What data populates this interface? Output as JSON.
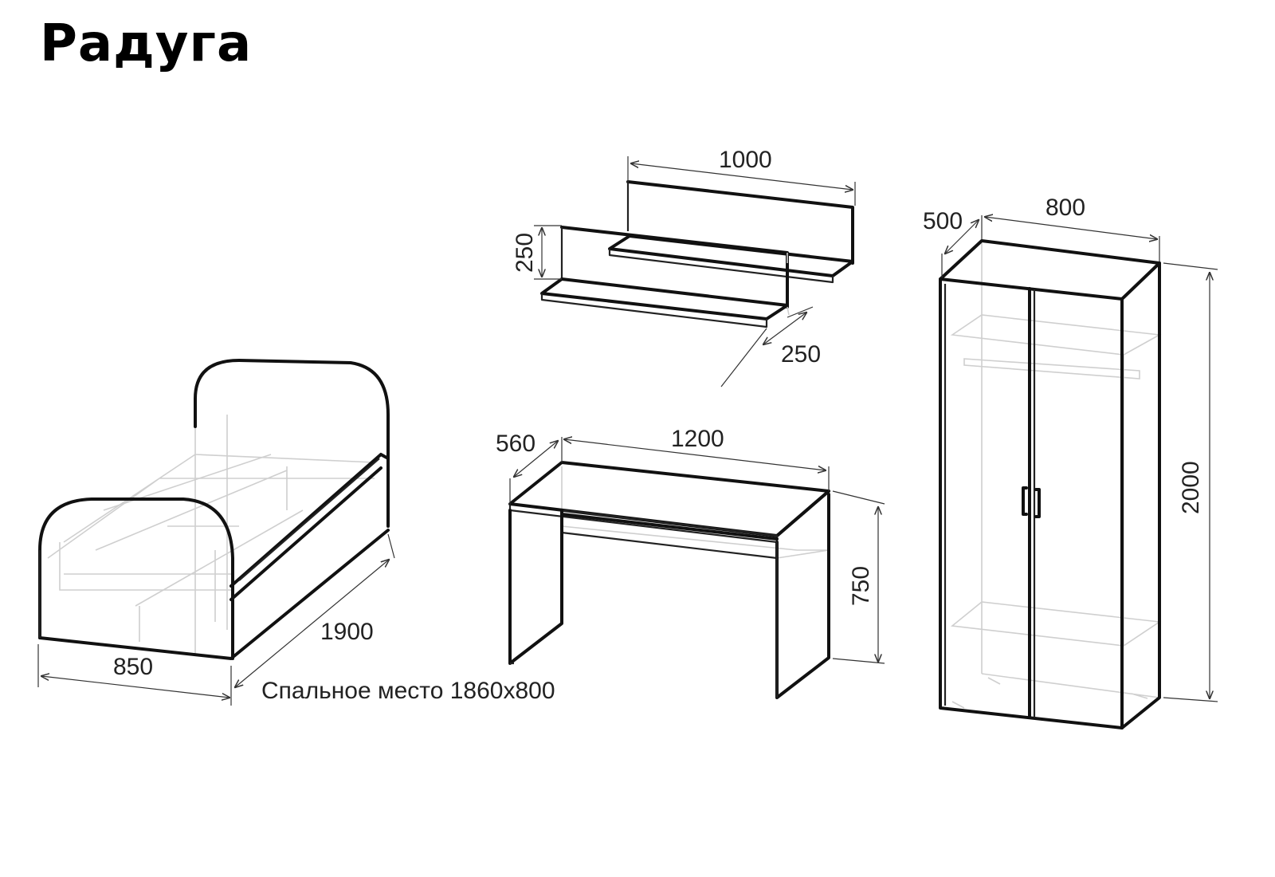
{
  "title": "Радуга",
  "bed": {
    "width": "850",
    "length": "1900",
    "sleeping_place": "Спальное место 1860х800"
  },
  "shelf": {
    "width": "1000",
    "height": "250",
    "depth": "250"
  },
  "desk": {
    "depth": "560",
    "width": "1200",
    "height": "750"
  },
  "wardrobe": {
    "depth": "500",
    "width": "800",
    "height": "2000"
  }
}
